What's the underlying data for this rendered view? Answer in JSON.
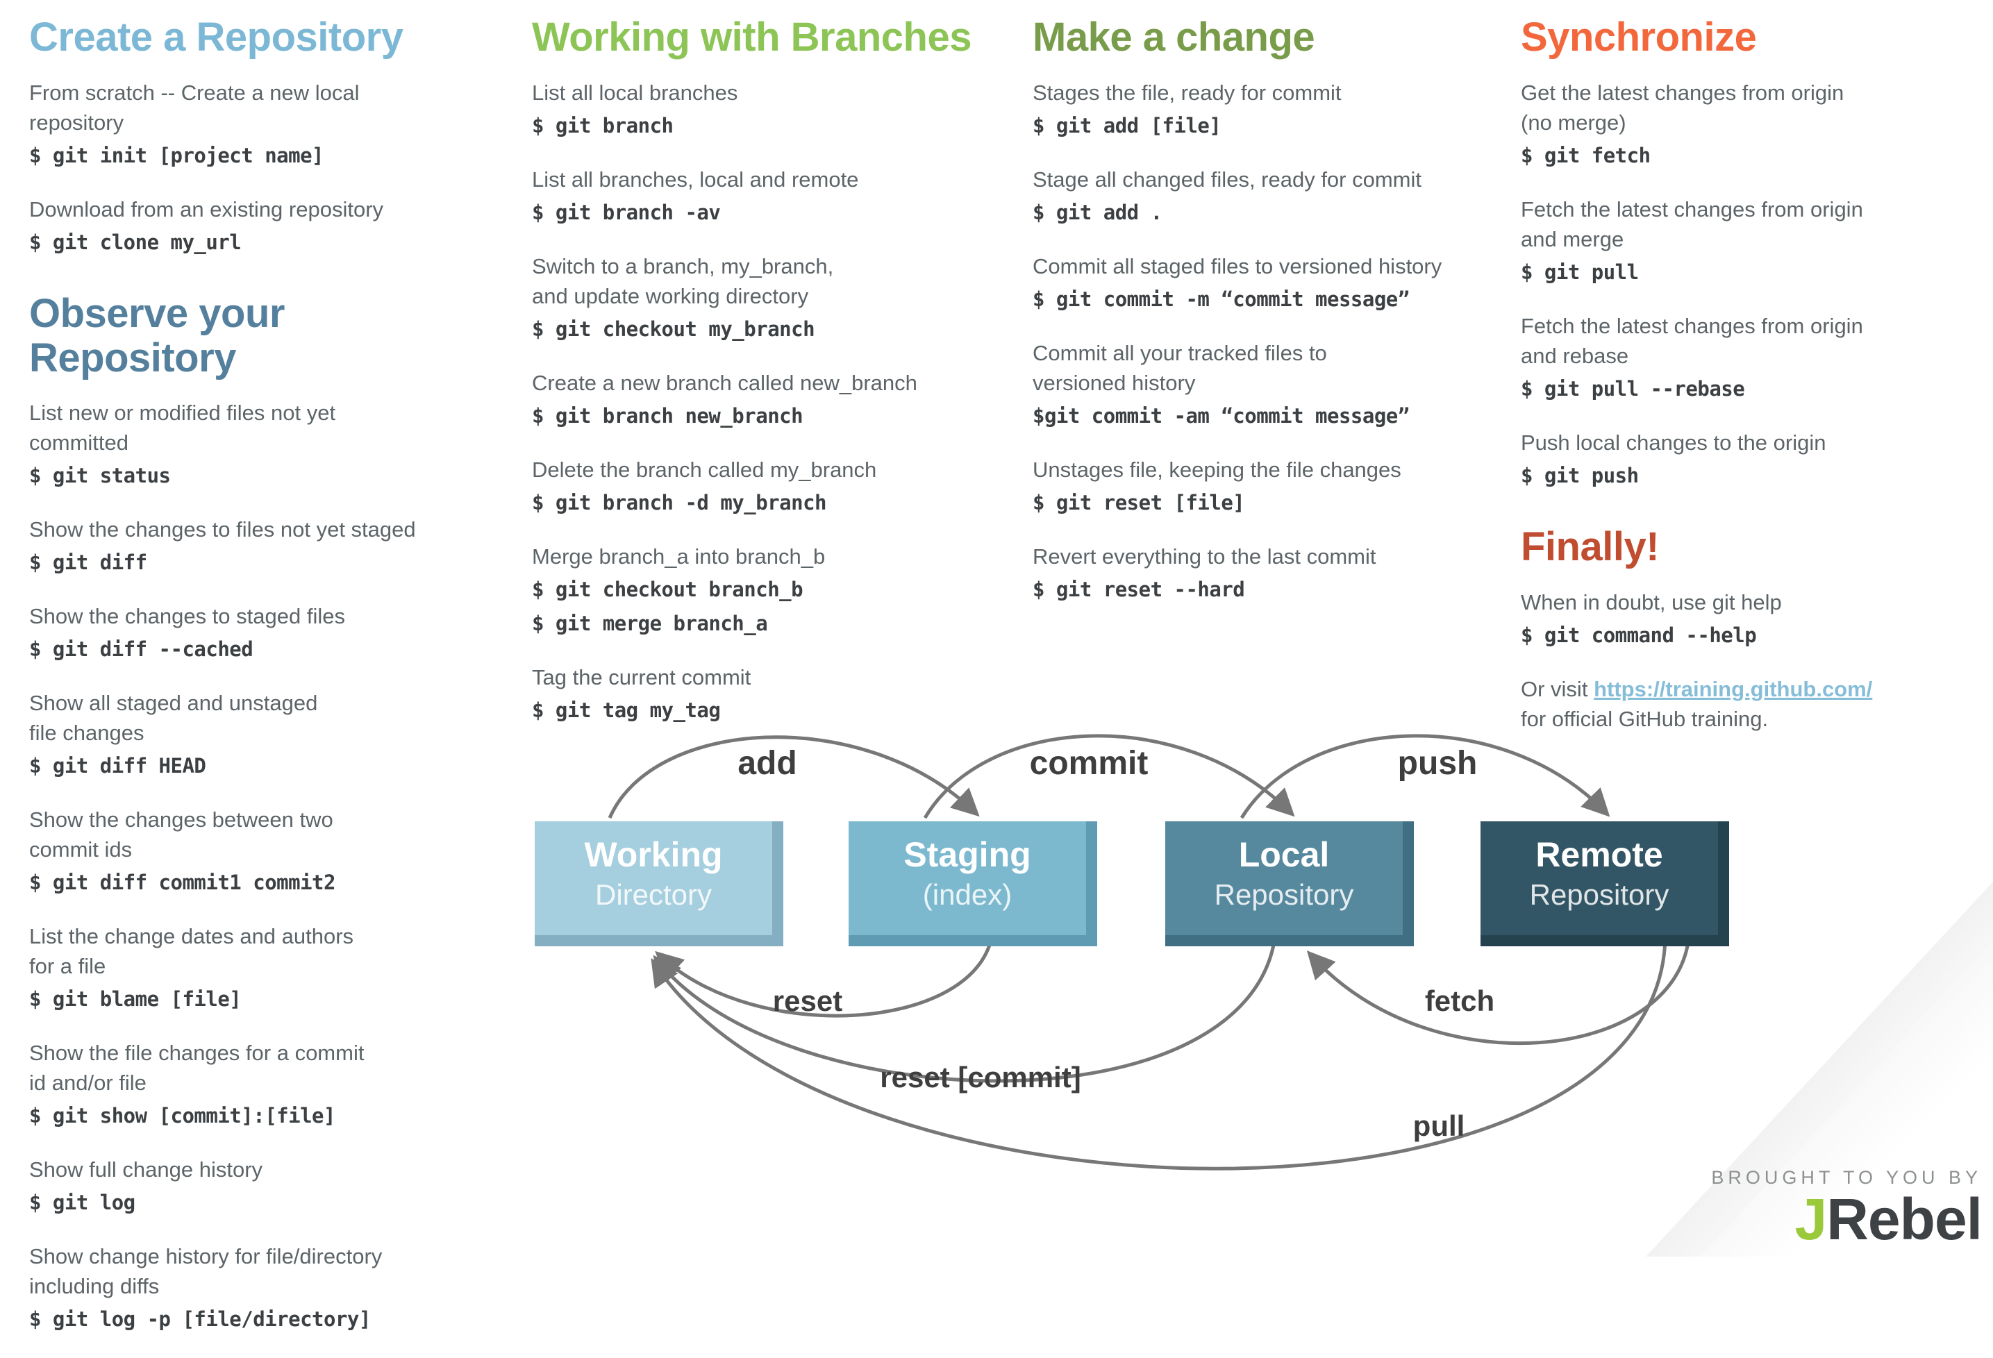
{
  "columns": [
    {
      "sections": [
        {
          "title": "Create a Repository",
          "groups": [
            {
              "desc": "From scratch -- Create a new local\nrepository",
              "code": [
                "$ git init [project name]"
              ]
            },
            {
              "desc": "Download from an existing repository",
              "code": [
                "$ git clone my_url"
              ]
            }
          ]
        },
        {
          "title": "Observe your Repository",
          "groups": [
            {
              "desc": "List new or modified files not yet\ncommitted",
              "code": [
                "$ git status"
              ]
            },
            {
              "desc": "Show the changes to files not yet staged",
              "code": [
                "$ git diff"
              ]
            },
            {
              "desc": "Show the changes to staged files",
              "code": [
                "$ git diff --cached"
              ]
            },
            {
              "desc": "Show all staged and unstaged\nfile changes",
              "code": [
                "$ git diff HEAD"
              ]
            },
            {
              "desc": "Show the changes between two\ncommit ids",
              "code": [
                "$ git diff commit1 commit2"
              ]
            },
            {
              "desc": "List the change dates and authors\nfor a file",
              "code": [
                "$ git blame [file]"
              ]
            },
            {
              "desc": "Show the file changes for a commit\nid and/or file",
              "code": [
                "$ git show [commit]:[file]"
              ]
            },
            {
              "desc": "Show full change history",
              "code": [
                "$ git log"
              ]
            },
            {
              "desc": "Show change history for file/directory\nincluding diffs",
              "code": [
                "$ git log -p [file/directory]"
              ]
            }
          ]
        }
      ]
    },
    {
      "sections": [
        {
          "title": "Working with Branches",
          "groups": [
            {
              "desc": "List all local branches",
              "code": [
                "$ git branch"
              ]
            },
            {
              "desc": "List all branches, local and remote",
              "code": [
                "$ git branch -av"
              ]
            },
            {
              "desc": "Switch to a branch, my_branch,\nand update working directory",
              "code": [
                "$ git checkout my_branch"
              ]
            },
            {
              "desc": "Create a new branch called new_branch",
              "code": [
                "$ git branch new_branch"
              ]
            },
            {
              "desc": "Delete the branch called my_branch",
              "code": [
                "$ git branch -d my_branch"
              ]
            },
            {
              "desc": "Merge branch_a into branch_b",
              "code": [
                "$ git checkout branch_b",
                "$ git merge branch_a"
              ]
            },
            {
              "desc": "Tag the current commit",
              "code": [
                "$ git tag my_tag"
              ]
            }
          ]
        }
      ]
    },
    {
      "sections": [
        {
          "title": "Make a change",
          "groups": [
            {
              "desc": "Stages the file, ready for commit",
              "code": [
                "$ git add [file]"
              ]
            },
            {
              "desc": "Stage all changed files, ready for commit",
              "code": [
                "$ git add ."
              ]
            },
            {
              "desc": "Commit all staged files to versioned history",
              "code": [
                "$ git commit -m “commit message”"
              ]
            },
            {
              "desc": "Commit all your tracked files to\nversioned history",
              "code": [
                "$git commit -am “commit message”"
              ]
            },
            {
              "desc": "Unstages file, keeping the file changes",
              "code": [
                "$ git reset [file]"
              ]
            },
            {
              "desc": "Revert everything to the last commit",
              "code": [
                "$ git reset --hard"
              ]
            }
          ]
        }
      ]
    },
    {
      "sections": [
        {
          "title": "Synchronize",
          "groups": [
            {
              "desc": "Get the latest changes from origin\n(no merge)",
              "code": [
                "$ git fetch"
              ]
            },
            {
              "desc": "Fetch the latest changes from origin\nand merge",
              "code": [
                "$ git pull"
              ]
            },
            {
              "desc": "Fetch the latest changes from origin\nand rebase",
              "code": [
                "$ git pull --rebase"
              ]
            },
            {
              "desc": "Push local changes to the origin",
              "code": [
                "$ git push"
              ]
            }
          ]
        },
        {
          "title": "Finally!",
          "groups": [
            {
              "desc": "When in doubt, use git help",
              "code": [
                "$ git command --help"
              ]
            }
          ],
          "link_prefix": "Or visit ",
          "link_text": "https://training.github.com/",
          "link_suffix": "for official GitHub training."
        }
      ]
    }
  ],
  "diagram": {
    "boxes": [
      {
        "title": "Working",
        "subtitle": "Directory"
      },
      {
        "title": "Staging",
        "subtitle": "(index)"
      },
      {
        "title": "Local",
        "subtitle": "Repository"
      },
      {
        "title": "Remote",
        "subtitle": "Repository"
      }
    ],
    "labels": {
      "add": "add",
      "commit": "commit",
      "push": "push",
      "reset": "reset",
      "reset_commit": "reset [commit]",
      "fetch": "fetch",
      "pull": "pull"
    }
  },
  "footer": {
    "brought": "BROUGHT TO YOU BY",
    "logo_j": "J",
    "logo_rebel": "Rebel"
  },
  "colors": {
    "heading_create": "#7cb8d5",
    "heading_observe": "#55809d",
    "heading_branches": "#8cc455",
    "heading_make": "#789c49",
    "heading_synchronize": "#f2683c",
    "heading_finally": "#c04d30",
    "box_working": "#a5cedf",
    "box_staging": "#7cb9cf",
    "box_local": "#56899e",
    "box_remote": "#335666",
    "arrow_gray": "#777777",
    "link_blue": "#85bdd8",
    "logo_green": "#9aca3c",
    "logo_dark": "#3f4245"
  }
}
